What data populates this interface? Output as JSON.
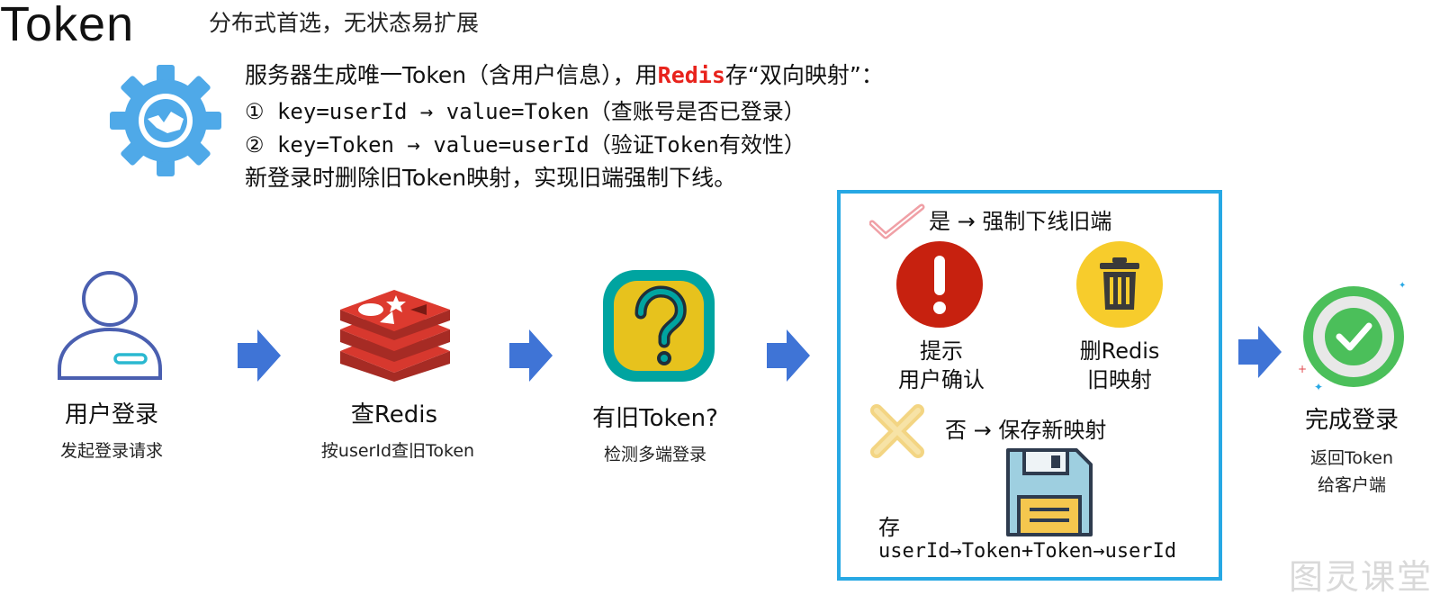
{
  "header": {
    "title": "Token",
    "subtitle": "分布式首选，无状态易扩展"
  },
  "description": {
    "line1_prefix": "服务器生成唯一Token（含用户信息），用",
    "line1_highlight": "Redis",
    "line1_suffix": "存“双向映射”：",
    "line2": "① key=userId → value=Token（查账号是否已登录）",
    "line3": "② key=Token → value=userId（验证Token有效性）",
    "line4": "新登录时删除旧Token映射，实现旧端强制下线。"
  },
  "steps": [
    {
      "label": "用户登录",
      "sub": "发起登录请求",
      "icon": "user-icon"
    },
    {
      "label": "查Redis",
      "sub": "按userId查旧Token",
      "icon": "redis-icon"
    },
    {
      "label": "有旧Token?",
      "sub": "检测多端登录",
      "icon": "question-icon"
    },
    {
      "label": "完成登录",
      "sub1": "返回Token",
      "sub2": "给客户端",
      "icon": "check-circle-icon"
    }
  ],
  "panel": {
    "yes_text": "是 → 强制下线旧端",
    "alert_label1": "提示",
    "alert_label2": "用户确认",
    "delete_label1": "删Redis",
    "delete_label2": "旧映射",
    "no_text": "否 → 保存新映射",
    "store_label1": "存",
    "store_label2": "userId→Token+Token→userId"
  },
  "watermark": "图灵课堂",
  "colors": {
    "accent_blue": "#27a8e4",
    "arrow_blue": "#3f74d6",
    "redis_red": "#e8231c",
    "gear_blue": "#4fa9e8"
  }
}
